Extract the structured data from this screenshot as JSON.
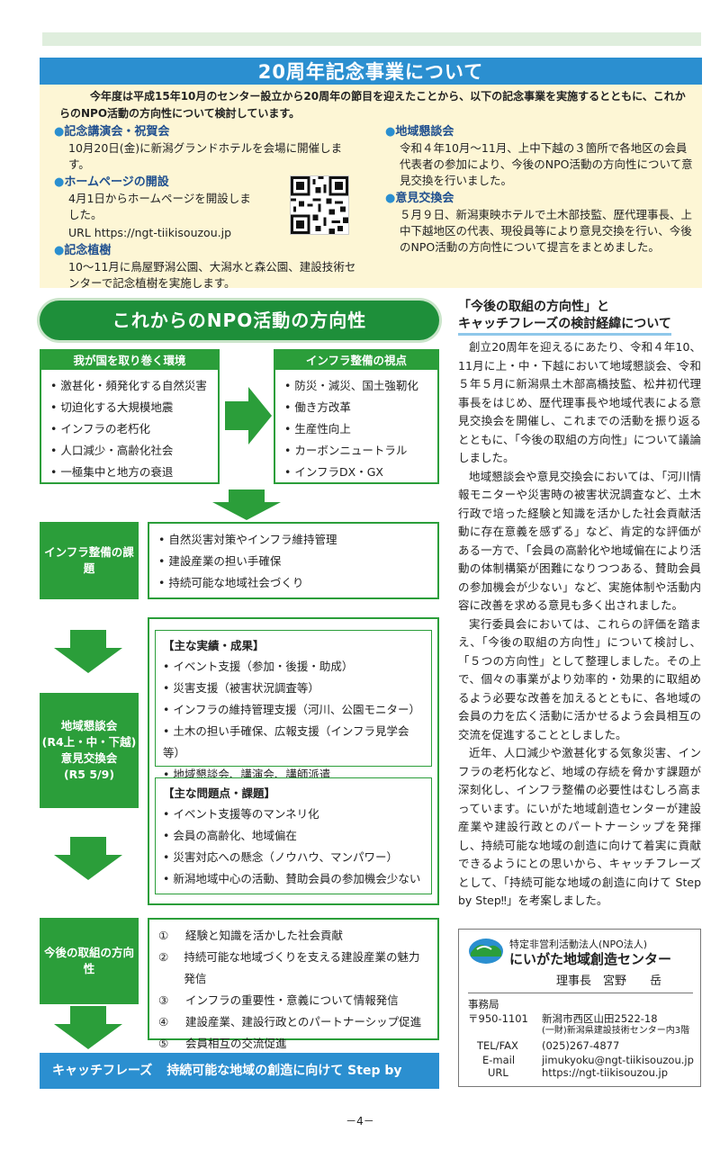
{
  "anniversary": {
    "title": "20周年記念事業について",
    "intro": "今年度は平成15年10月のセンター設立から20周年の節目を迎えたことから、以下の記念事業を実施するとともに、これからのNPO活動の方向性について検討しています。",
    "items_left": [
      {
        "title": "記念講演会・祝賀会",
        "body": "10月20日(金)に新潟グランドホテルを会場に開催します。"
      },
      {
        "title": "ホームページの開設",
        "body": "4月1日からホームページを開設しました。",
        "url": "URL  https://ngt-tiikisouzou.jp"
      },
      {
        "title": "記念植樹",
        "body": "10～11月に鳥屋野潟公園、大潟水と森公園、建設技術センターで記念植樹を実施します。"
      }
    ],
    "items_right": [
      {
        "title": "地域懇談会",
        "body": "令和４年10月～11月、上中下越の３箇所で各地区の会員代表者の参加により、今後のNPO活動の方向性について意見交換を行いました。"
      },
      {
        "title": "意見交換会",
        "body": "５月９日、新潟東映ホテルで土木部技監、歴代理事長、上中下越地区の代表、現役員等により意見交換を行い、今後のNPO活動の方向性について提言をまとめました。"
      }
    ]
  },
  "npo": {
    "title": "これからのNPO活動の方向性",
    "env_title": "我が国を取り巻く環境",
    "env_items": [
      "激甚化・頻発化する自然災害",
      "切迫化する大規模地震",
      "インフラの老朽化",
      "人口減少・高齢化社会",
      "一極集中と地方の衰退"
    ],
    "infra_title": "インフラ整備の視点",
    "infra_items": [
      "防災・減災、国土強靭化",
      "働き方改革",
      "生産性向上",
      "カーボンニュートラル",
      "インフラDX・GX"
    ],
    "issues_label": "インフラ整備の課題",
    "issues_items": [
      "自然災害対策やインフラ維持管理",
      "建設産業の担い手確保",
      "持続可能な地域社会づくり"
    ],
    "meeting_label_1": "地域懇談会",
    "meeting_label_2": "(R4上・中・下越)",
    "meeting_label_3": "意見交換会",
    "meeting_label_4": "(R5 5/9)",
    "results_head": "【主な実績・成果】",
    "results_items": [
      "イベント支援（参加・後援・助成）",
      "災害支援（被害状況調査等）",
      "インフラの維持管理支援（河川、公園モニター）",
      "土木の担い手確保、広報支援（インフラ見学会等）",
      "地域懇談会、講演会、講師派遣"
    ],
    "problems_head": "【主な問題点・課題】",
    "problems_items": [
      "イベント支援等のマンネリ化",
      "会員の高齢化、地域偏在",
      "災害対応への懸念（ノウハウ、マンパワー）",
      "新潟地域中心の活動、賛助会員の参加機会少ない"
    ],
    "direction_label": "今後の取組の方向性",
    "direction_items": [
      {
        "n": "①",
        "t": "経験と知識を活かした社会貢献"
      },
      {
        "n": "②",
        "t": "持続可能な地域づくりを支える建設産業の魅力発信"
      },
      {
        "n": "③",
        "t": "インフラの重要性・意義について情報発信"
      },
      {
        "n": "④",
        "t": "建設産業、建設行政とのパートナーシップ促進"
      },
      {
        "n": "⑤",
        "t": "会員相互の交流促進"
      }
    ],
    "catch_label": "キャッチフレーズ",
    "catch_text": "持続可能な地域の創造に向けて Step by Step‼"
  },
  "right": {
    "title_1": "「今後の取組の方向性」と",
    "title_2": "キャッチフレーズの検討経緯について",
    "p1": "創立20周年を迎えるにあたり、令和４年10、11月に上・中・下越において地域懇談会、令和５年５月に新潟県土木部高橋技監、松井初代理事長をはじめ、歴代理事長や地域代表による意見交換会を開催し、これまでの活動を振り返るとともに、「今後の取組の方向性」について議論しました。",
    "p2": "地域懇談会や意見交換会においては、「河川情報モニターや災害時の被害状況調査など、土木行政で培った経験と知識を活かした社会貢献活動に存在意義を感ずる」など、肯定的な評価がある一方で、「会員の高齢化や地域偏在により活動の体制構築が困難になりつつある、賛助会員の参加機会が少ない」など、実施体制や活動内容に改善を求める意見も多く出されました。",
    "p3": "実行委員会においては、これらの評価を踏まえ、「今後の取組の方向性」について検討し、「５つの方向性」として整理しました。その上で、個々の事業がより効率的・効果的に取組めるよう必要な改善を加えるとともに、各地域の会員の力を広く活動に活かせるよう会員相互の交流を促進することとしました。",
    "p4": "近年、人口減少や激甚化する気象災害、インフラの老朽化など、地域の存続を脅かす課題が深刻化し、インフラ整備の必要性はむしろ高まっています。にいがた地域創造センターが建設産業や建設行政とのパートナーシップを発揮し、持続可能な地域の創造に向けて着実に貢献できるようにとの思いから、キャッチフレーズとして、「持続可能な地域の創造に向けて Step by Step‼」を考案しました。"
  },
  "org": {
    "sub": "特定非営利活動法人(NPO法人)",
    "name": "にいがた地域創造センター",
    "chief": "理事長　宮野　　岳",
    "office_label": "事務局",
    "zip": "〒950-1101",
    "address": "新潟市西区山田2522-18",
    "address2": "(一財)新潟県建設技術センター内3階",
    "tel_label": "TEL/FAX",
    "tel": "(025)267-4877",
    "email_label": "E-mail",
    "email": "jimukyoku@ngt-tiikisouzou.jp",
    "url_label": "URL",
    "url": "https://ngt-tiikisouzou.jp"
  },
  "page_number": "－4－",
  "colors": {
    "blue": "#2b8fd0",
    "green": "#2b9e3a",
    "cream": "#fdf6d5"
  }
}
